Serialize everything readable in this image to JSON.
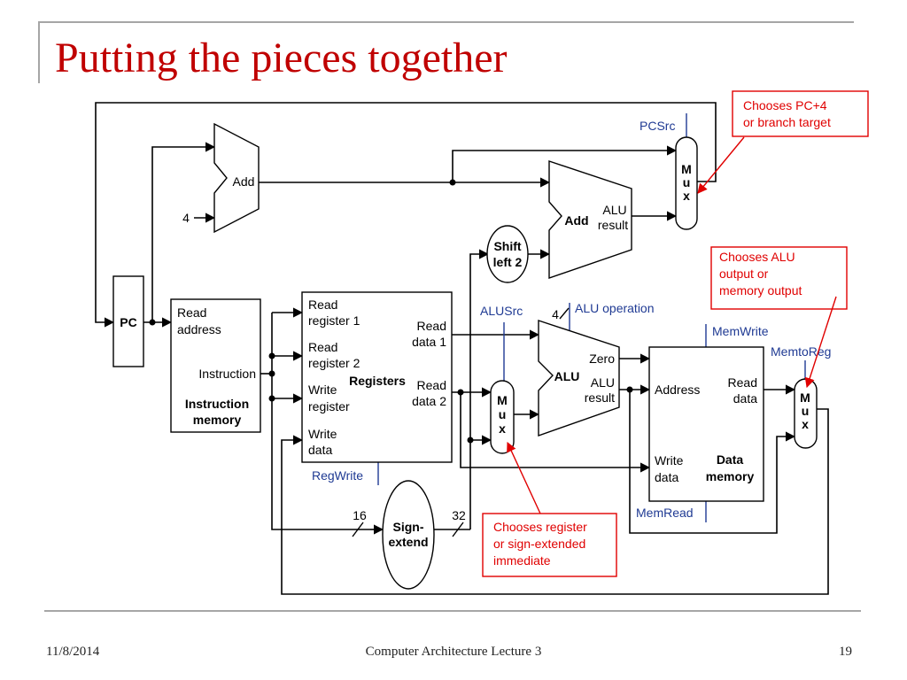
{
  "slide": {
    "title": "Putting the pieces together",
    "date": "11/8/2014",
    "course": "Computer Architecture Lecture 3",
    "page": "19"
  },
  "diagram": {
    "pc": "PC",
    "add_top": "Add",
    "four": "4",
    "add_branch": "Add",
    "add_branch_result": [
      "ALU",
      "result"
    ],
    "shift_left": [
      "Shift",
      "left 2"
    ],
    "instruction_memory": {
      "read_address": [
        "Read",
        "address"
      ],
      "instruction": "Instruction",
      "title": [
        "Instruction",
        "memory"
      ]
    },
    "registers": {
      "read_register_1": [
        "Read",
        "register 1"
      ],
      "read_register_2": [
        "Read",
        "register 2"
      ],
      "write_register": [
        "Write",
        "register"
      ],
      "write_data": [
        "Write",
        "data"
      ],
      "read_data_1": [
        "Read",
        "data 1"
      ],
      "read_data_2": [
        "Read",
        "data 2"
      ],
      "title": "Registers"
    },
    "sign_extend": [
      "Sign-",
      "extend"
    ],
    "bits_in": "16",
    "bits_out": "32",
    "alu": {
      "title": "ALU",
      "zero": "Zero",
      "result": [
        "ALU",
        "result"
      ],
      "operation_bits": "4"
    },
    "data_memory": {
      "address": "Address",
      "read_data": [
        "Read",
        "data"
      ],
      "write_data": [
        "Write",
        "data"
      ],
      "title": [
        "Data",
        "memory"
      ]
    },
    "mux_letters": [
      "M",
      "u",
      "x"
    ],
    "control": {
      "pcsrc": "PCSrc",
      "alusrc": "ALUSrc",
      "alu_operation": "ALU operation",
      "regwrite": "RegWrite",
      "memwrite": "MemWrite",
      "memread": "MemRead",
      "memtoreg": "MemtoReg"
    }
  },
  "callouts": {
    "pc_mux": [
      "Chooses PC+4",
      "or branch target"
    ],
    "wb_mux": [
      "Chooses ALU",
      "output or",
      "memory output"
    ],
    "alu_mux": [
      "Chooses register",
      "or sign-extended",
      "immediate"
    ]
  },
  "colors": {
    "title": "#c00000",
    "callout": "#e00000",
    "control": "#1f3a93",
    "rule": "#a6a6a6"
  }
}
